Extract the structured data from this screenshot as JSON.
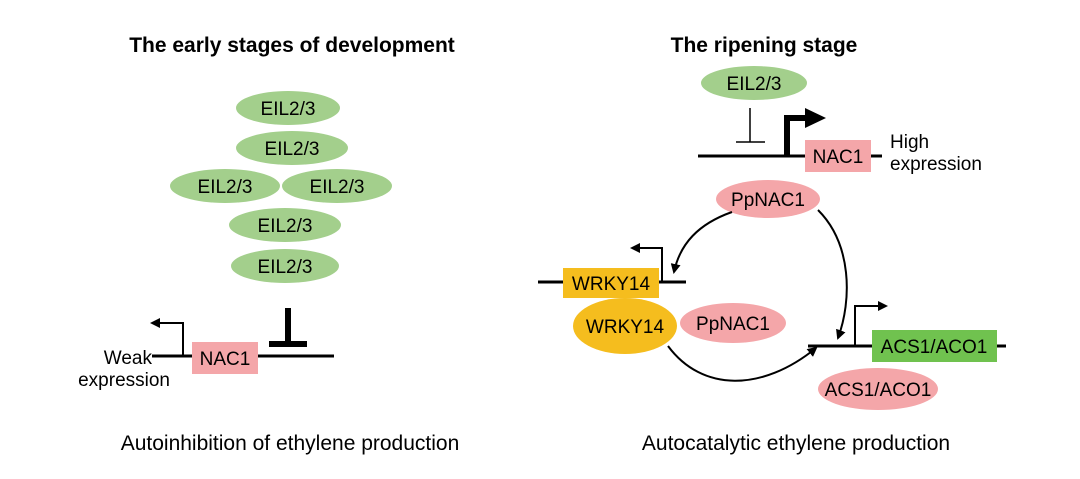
{
  "left": {
    "title": "The early stages of development",
    "eil_stack": [
      "EIL2/3",
      "EIL2/3",
      "EIL2/3",
      "EIL2/3",
      "EIL2/3",
      "EIL2/3"
    ],
    "gene": "NAC1",
    "expression_line1": "Weak",
    "expression_line2": "expression",
    "caption": "Autoinhibition of ethylene production"
  },
  "right": {
    "title": "The ripening stage",
    "eil": "EIL2/3",
    "gene": "NAC1",
    "expression_line1": "High",
    "expression_line2": "expression",
    "ppnac1_top": "PpNAC1",
    "wrky_gene": "WRKY14",
    "wrky_protein": "WRKY14",
    "ppnac1_bottom": "PpNAC1",
    "acs_gene": "ACS1/ACO1",
    "acs_protein": "ACS1/ACO1",
    "caption": "Autocatalytic ethylene production"
  },
  "colors": {
    "eil_green": "#a3cf8c",
    "nac_pink": "#f4a6a9",
    "wrky_orange": "#f5bd1e",
    "acs_green": "#70c24f"
  }
}
